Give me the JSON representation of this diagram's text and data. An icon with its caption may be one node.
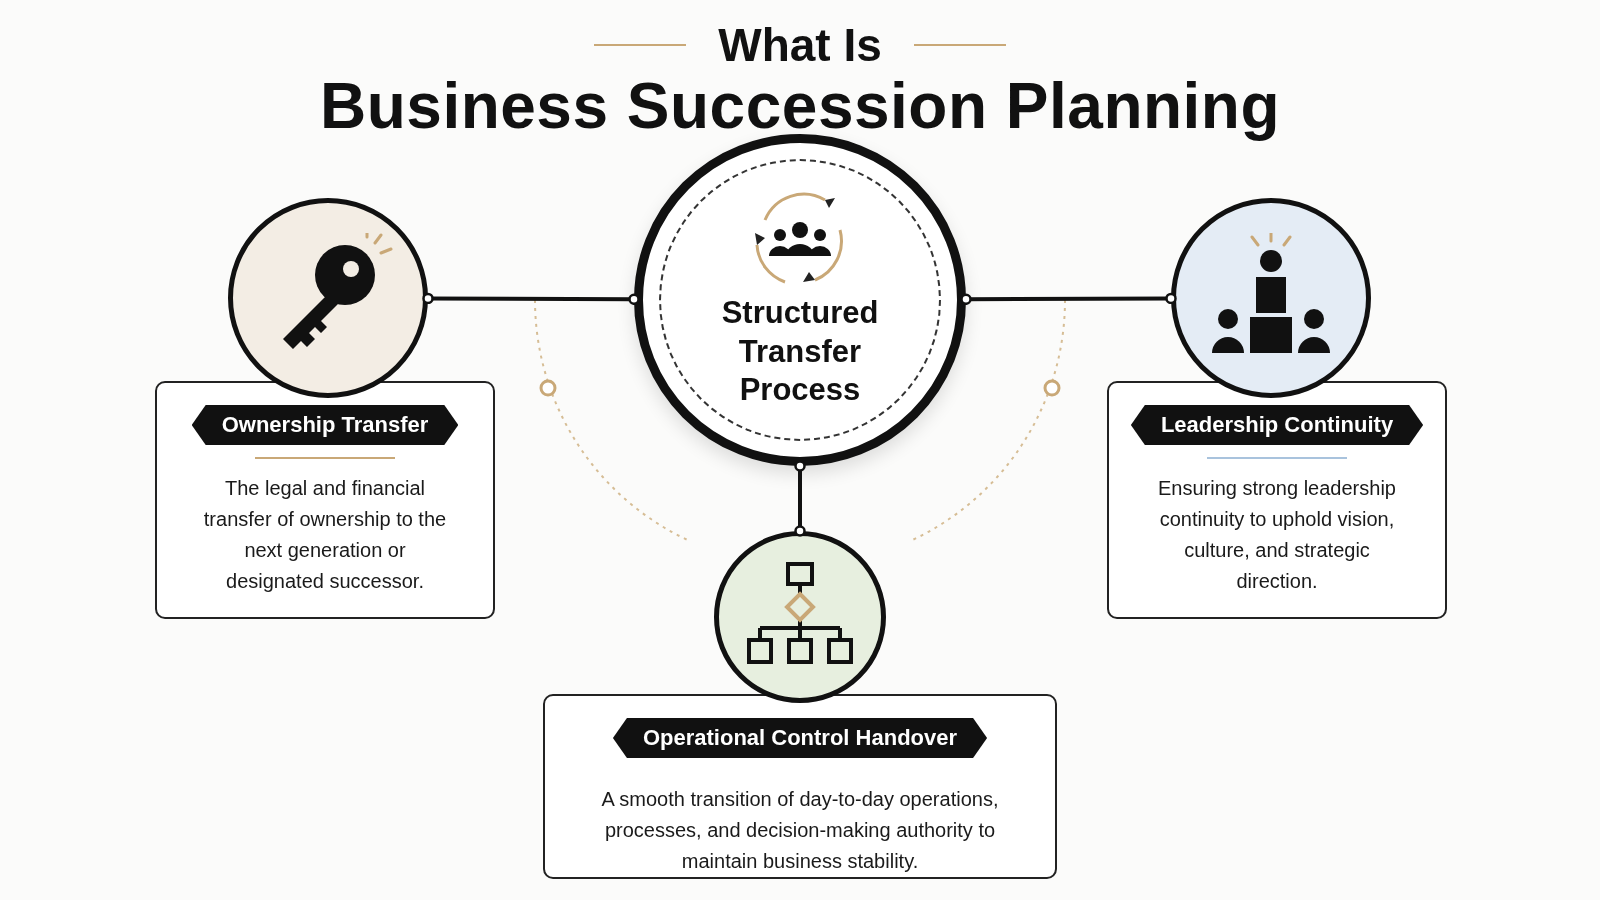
{
  "diagram": {
    "title": "What Is Business Succession Planning",
    "nodes": [
      {
        "text": [
          "Structured Transfer Process"
        ]
      },
      {
        "text": [],
        "shape": "circle"
      },
      {
        "text": [
          "Ownership Transfer",
          "The legal and financial transfer of ownership to the next generation or designated successor."
        ]
      },
      {
        "text": [],
        "shape": "circle"
      },
      {
        "text": [
          "Leadership Continuity",
          "Ensuring strong leadership continuity to uphold vision, culture, and strategic direction."
        ]
      },
      {
        "text": [],
        "shape": "circle"
      },
      {
        "text": [
          "Operational Control Handover",
          "A smooth transition of day-to-day operations, processes, and decision-making authority to maintain business stability."
        ]
      }
    ],
    "edges": [
      {
        "from": 1,
        "to": 0,
        "arrow": "other"
      },
      {
        "from": 0,
        "to": 3,
        "arrow": "other"
      },
      {
        "from": 0,
        "to": 5,
        "arrow": "other"
      }
    ]
  }
}
